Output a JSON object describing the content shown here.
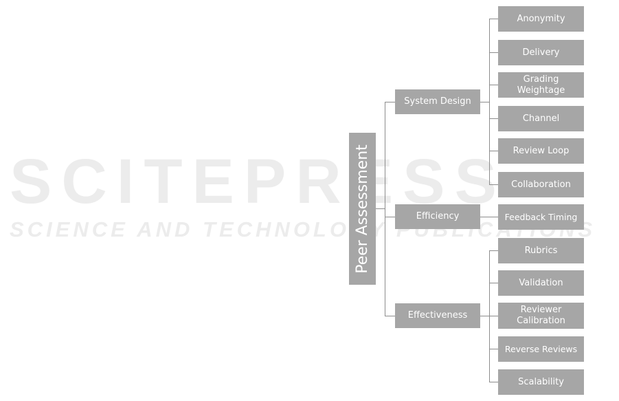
{
  "watermark": {
    "title": "SCITEPRESS",
    "subtitle": "SCIENCE AND TECHNOLOGY PUBLICATIONS"
  },
  "root": "Peer Assessment",
  "categories": [
    {
      "label": "System Design",
      "children": [
        "Anonymity",
        "Delivery",
        "Grading Weightage",
        "Channel",
        "Review Loop",
        "Collaboration"
      ]
    },
    {
      "label": "Efficiency",
      "children": [
        "Feedback Timing"
      ]
    },
    {
      "label": "Effectiveness",
      "children": [
        "Rubrics",
        "Validation",
        "Reviewer Calibration",
        "Reverse Reviews",
        "Scalability"
      ]
    }
  ],
  "colors": {
    "box": "#a6a6a6",
    "text": "#ffffff",
    "line": "#8c8c8c"
  }
}
